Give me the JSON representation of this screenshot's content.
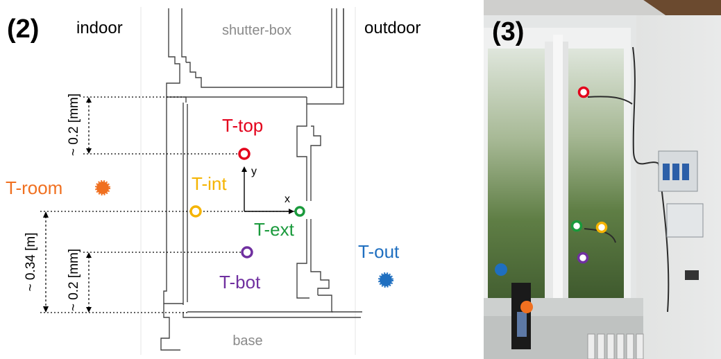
{
  "panel_2": {
    "label": "(2)",
    "indoor_label": "indoor",
    "outdoor_label": "outdoor",
    "top_label": "shutter-box",
    "bottom_label": "base",
    "dim_top": "~ 0.2 [mm]",
    "dim_bottom": "~ 0.2 [mm]",
    "dim_height": "~ 0.34 [m]",
    "axis_x": "x",
    "axis_y": "y",
    "sensors": {
      "t_top": {
        "label": "T-top",
        "color": "#e3001b"
      },
      "t_int": {
        "label": "T-int",
        "color": "#f5b400"
      },
      "t_ext": {
        "label": "T-ext",
        "color": "#1a9a3c"
      },
      "t_bot": {
        "label": "T-bot",
        "color": "#7030a0"
      },
      "t_room": {
        "label": "T-room",
        "color": "#f07020"
      },
      "t_out": {
        "label": "T-out",
        "color": "#1f6fc0"
      }
    }
  },
  "panel_3": {
    "label": "(3)"
  }
}
